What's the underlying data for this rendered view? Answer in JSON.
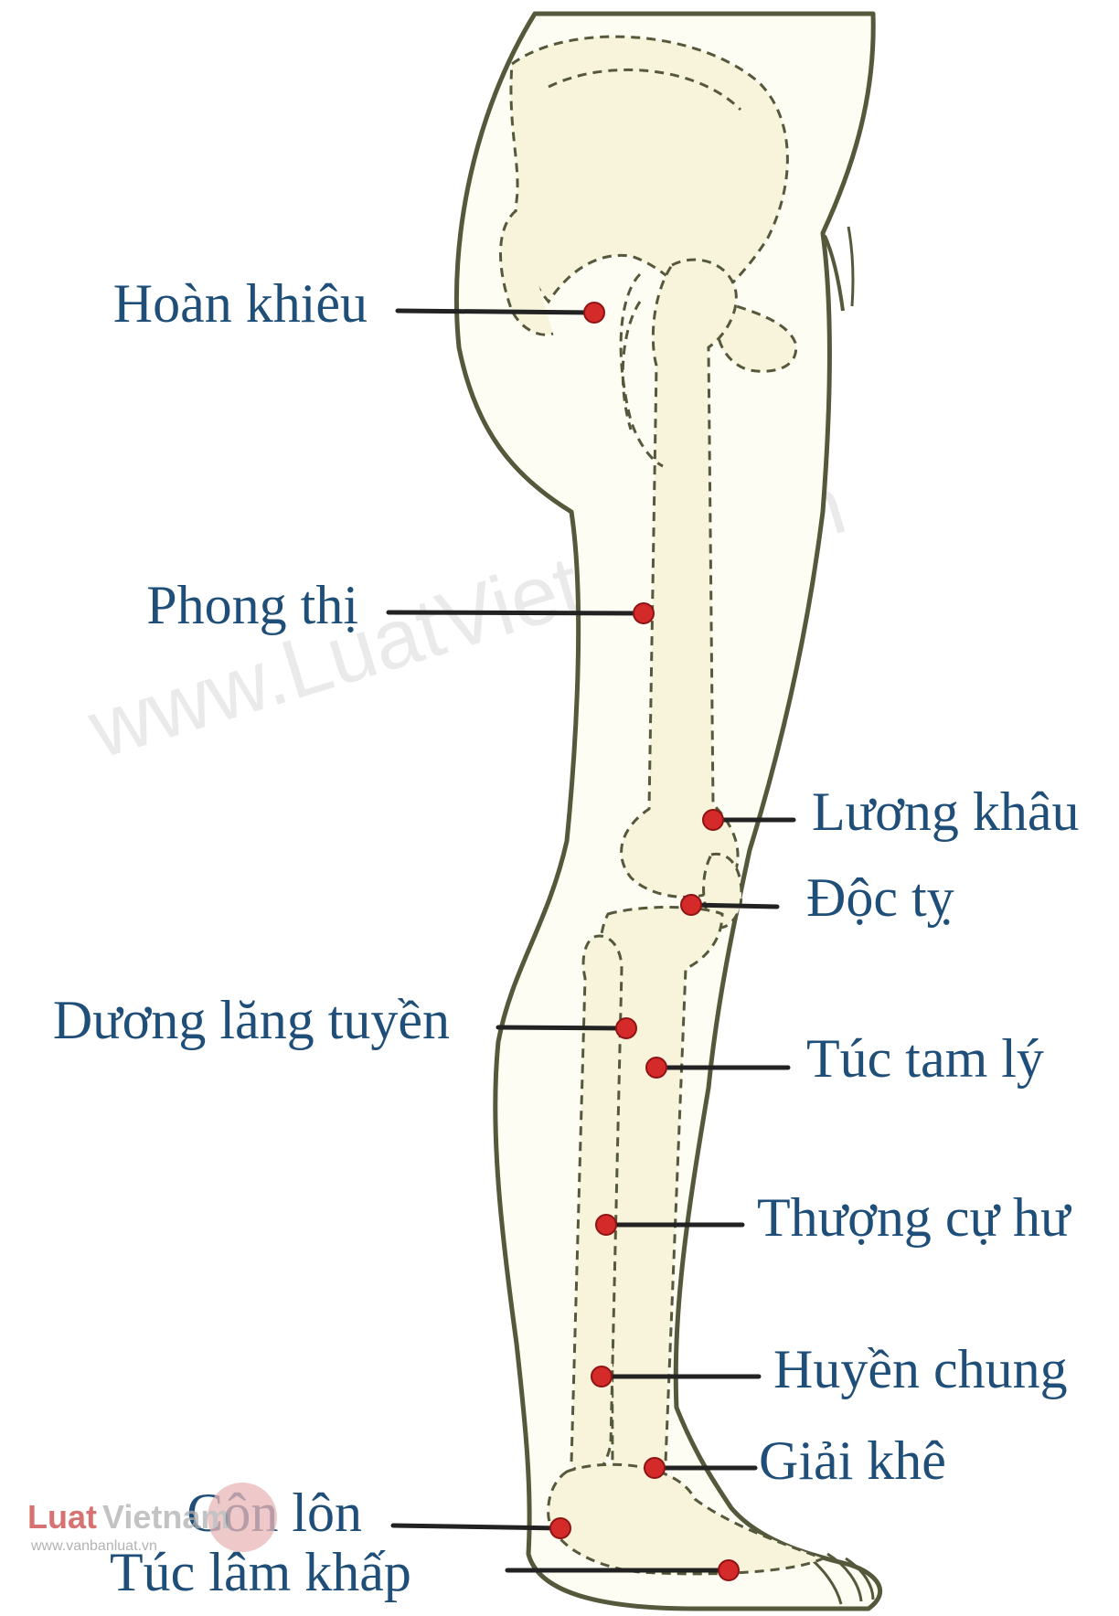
{
  "points": [
    {
      "label": "Hoàn khiêu"
    },
    {
      "label": "Phong thị"
    },
    {
      "label": "Lương khâu"
    },
    {
      "label": "Độc tỵ"
    },
    {
      "label": "Dương lăng tuyền"
    },
    {
      "label": "Túc tam lý"
    },
    {
      "label": "Thượng cự hư"
    },
    {
      "label": "Huyền chung"
    },
    {
      "label": "Giải khê"
    },
    {
      "label": "Côn lôn"
    },
    {
      "label": "Túc lâm khấp"
    }
  ],
  "watermark": "www.LuatVietnam.vn",
  "logo": {
    "part1": "Luat",
    "part2": "Vietnam",
    "sub": "www.vanbanluat.vn"
  },
  "colors": {
    "outline": "#55583a",
    "bone_fill": "#f8f4dc",
    "leg_fill": "#fefdf3",
    "point": "#d42a2a",
    "label": "#1f4f78",
    "leader": "#222222"
  }
}
